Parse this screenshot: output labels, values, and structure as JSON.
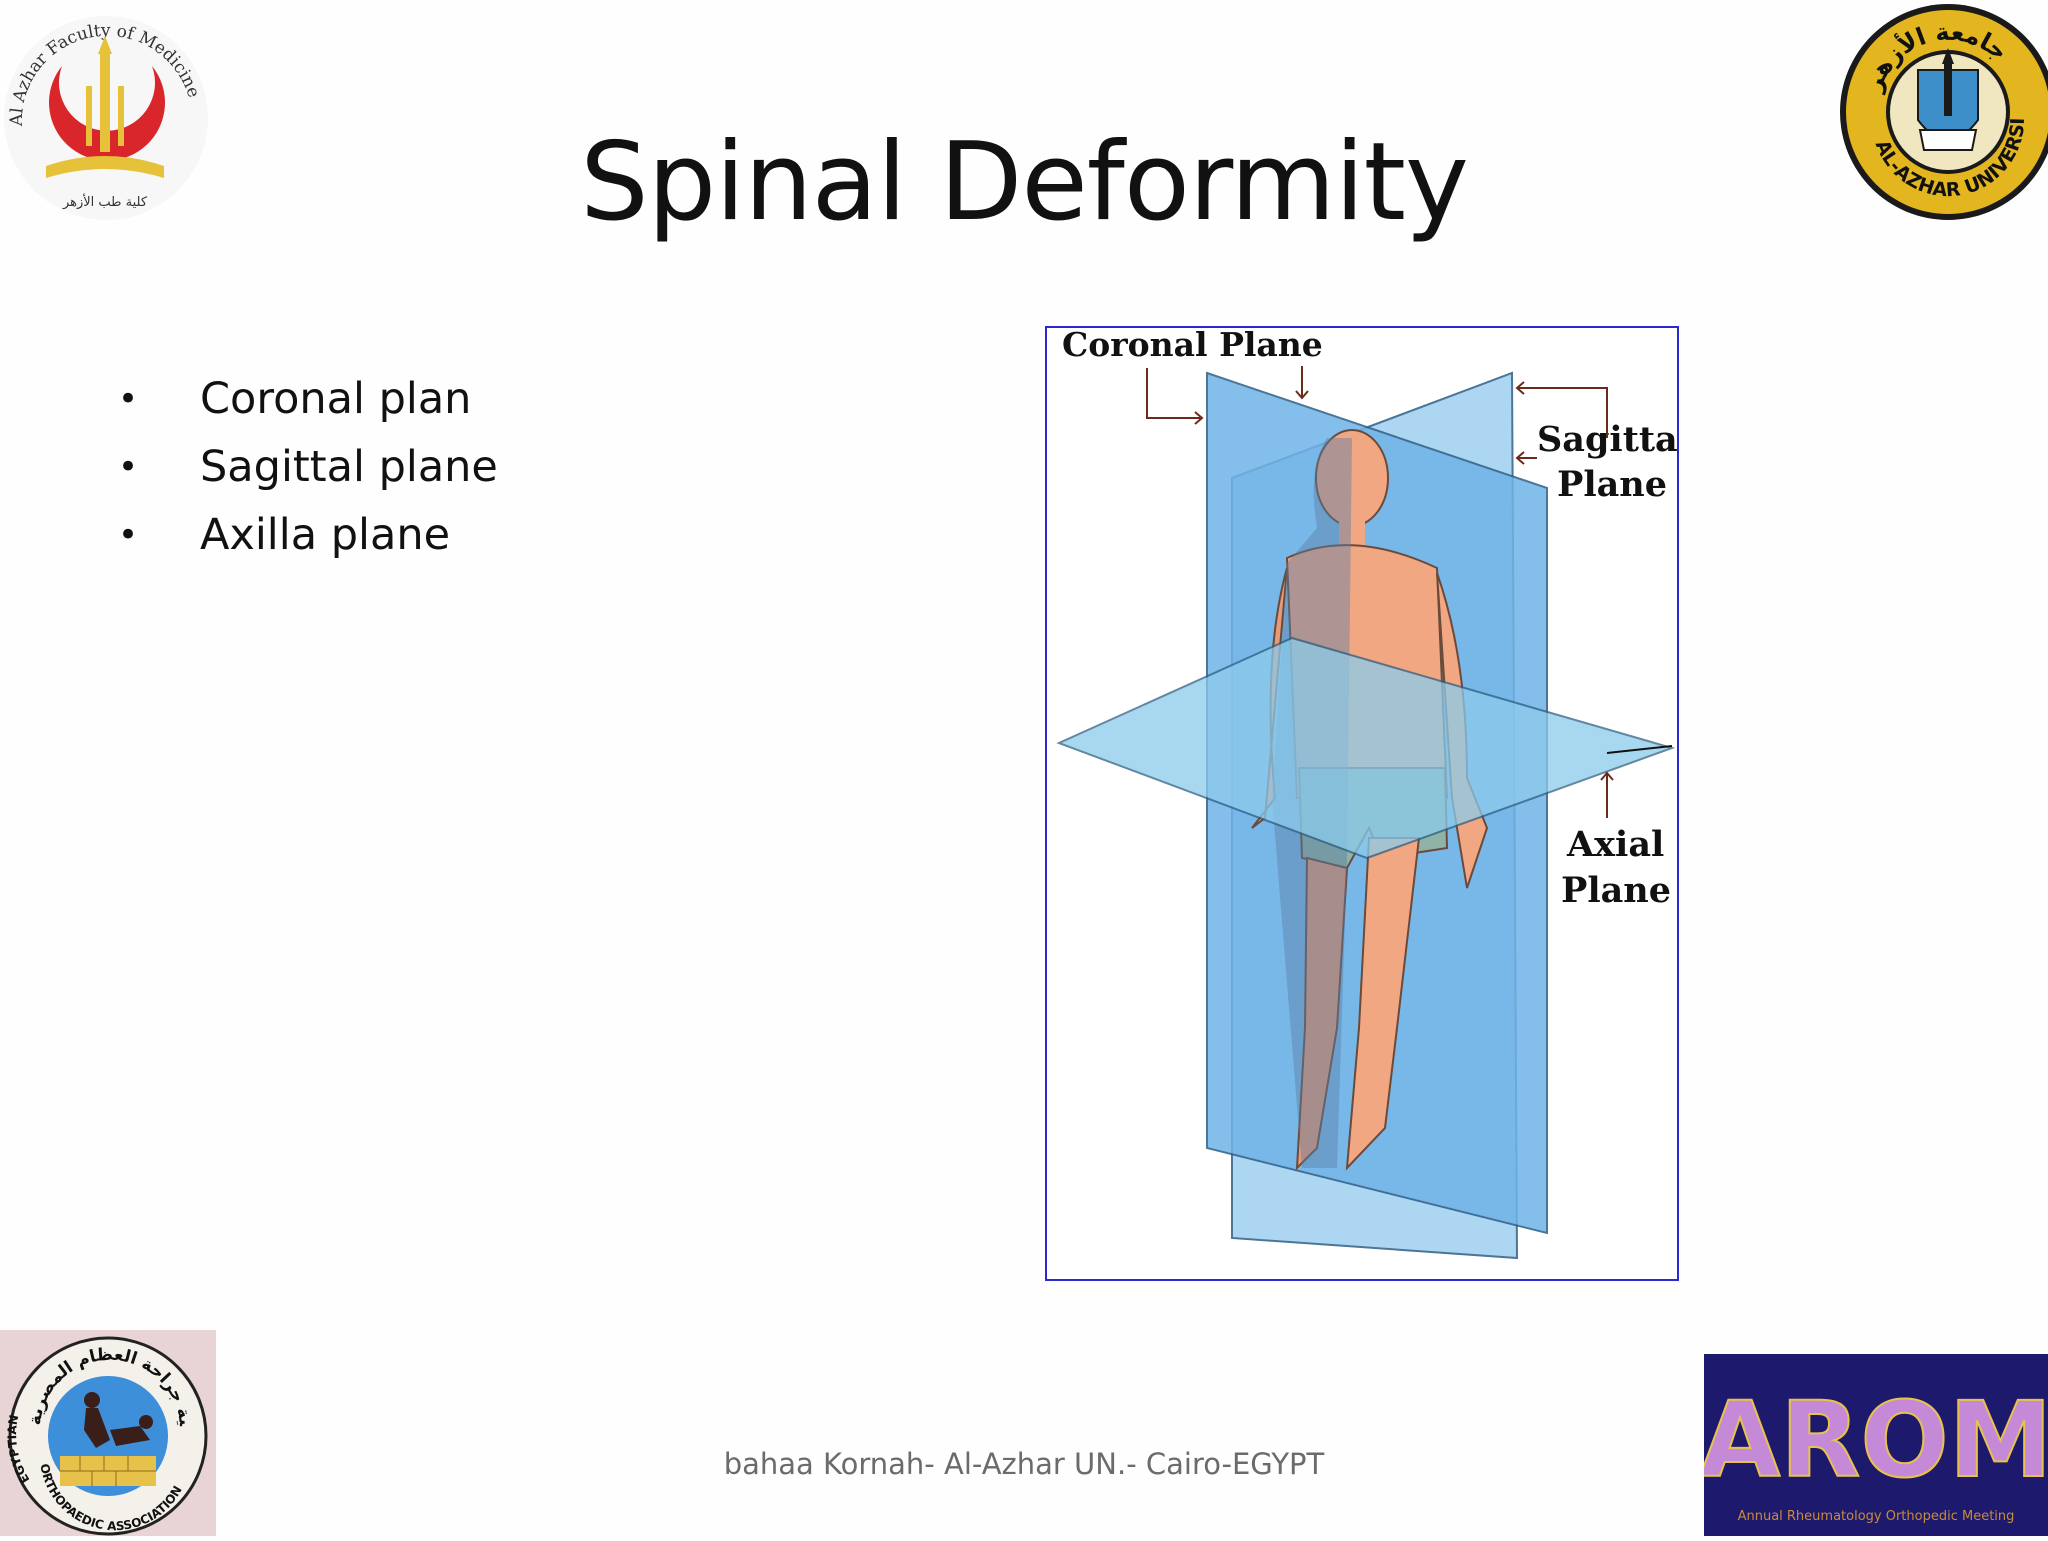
{
  "slide": {
    "title": "Spinal Deformity",
    "bullets": [
      {
        "symbol": "•",
        "text": "Coronal plan"
      },
      {
        "symbol": "•",
        "text": "Sagittal plane"
      },
      {
        "symbol": "•",
        "text": "Axilla plane"
      }
    ],
    "footer": "bahaa Kornah- Al-Azhar UN.- Cairo-EGYPT"
  },
  "figure": {
    "coronal_label": "Coronal Plane",
    "sagittal_label_line1": "Sagittal",
    "sagittal_label_line2": "Plane",
    "axial_label_line1": "Axial",
    "axial_label_line2": "Plane"
  },
  "logos": {
    "top_left": {
      "arc_text": "Al Azhar Faculty of Medicine",
      "bottom_text": "كلية طب الأزهر"
    },
    "top_right": {
      "arc_top": "جامعة الأزهر",
      "arc_bottom": "AL-AZHAR UNIVERSITY"
    },
    "bottom_left": {
      "arc_top": "جمعية جراحة العظام المصرية",
      "arc_left": "EGYPTIAN",
      "arc_bottom": "ORTHOPAEDIC ASSOCIATION"
    },
    "bottom_right": {
      "word": "AROM",
      "subtitle": "Annual Rheumatology Orthopedic Meeting"
    }
  },
  "colors": {
    "figure_border": "#2a2ad0",
    "plane_blue": "#6fb3e8",
    "arom_bg": "#1d1a6e"
  }
}
